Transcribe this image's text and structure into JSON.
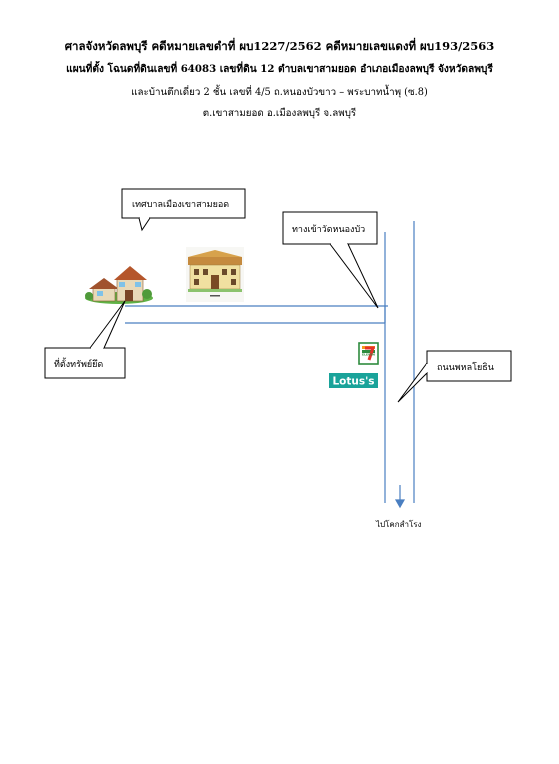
{
  "header": {
    "line1": "ศาลจังหวัดลพบุรี คดีหมายเลขดำที่ ผบ1227/2562 คดีหมายเลขแดงที่ ผบ193/2563",
    "line2": "แผนที่ตั้ง โฉนดที่ดินเลขที่ 64083 เลขที่ดิน 12  ตำบลเขาสามยอด  อำเภอเมืองลพบุรี  จังหวัดลพบุรี",
    "line3": "และบ้านตึกเดี่ยว 2 ชั้น เลขที่ 4/5 ถ.หนองบัวขาว – พระบาทน้ำพุ (ซ.8)",
    "line4": "ต.เขาสามยอด อ.เมืองลพบุรี จ.ลพบุรี"
  },
  "map": {
    "labels": {
      "municipality": "เทศบาลเมืองเขาสามยอด",
      "temple_entrance": "ทางเข้าวัดหนองบัว",
      "property": "ที่ตั้งทรัพย์ยึด",
      "main_road": "ถนนพหลโยธิน",
      "to_factory": "ไปโคกสำโรง"
    },
    "landmarks": {
      "seven_eleven": "ELEVEN",
      "lotus": "Lotus's"
    },
    "colors": {
      "road": "#4a7fc1",
      "callout_border": "#000000",
      "lotus_bg": "#1aa39a",
      "seven_green": "#2e8b3e",
      "seven_red": "#e4322b",
      "seven_orange": "#f59a1b"
    },
    "icons": [
      "house-icon",
      "municipality-building-icon",
      "seven-eleven-logo-icon",
      "lotus-logo-icon",
      "arrow-down-icon"
    ]
  }
}
